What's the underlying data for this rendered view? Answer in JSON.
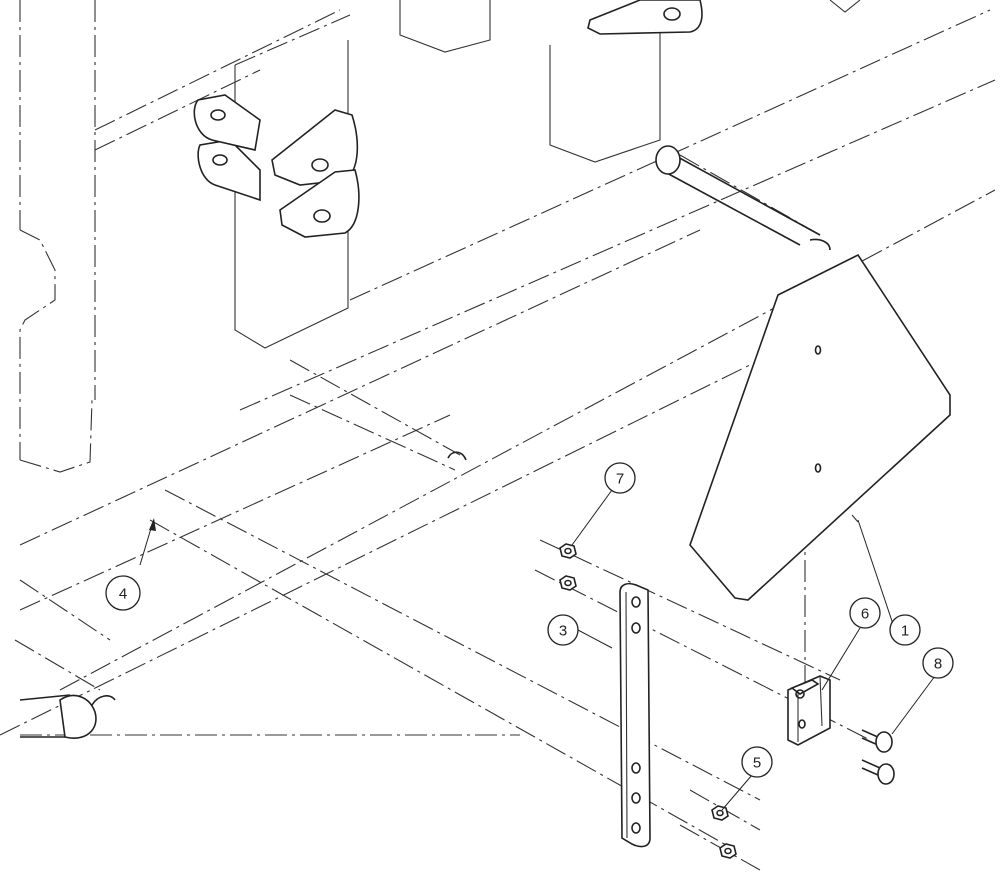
{
  "callouts": {
    "c1": "1",
    "c3": "3",
    "c4": "4",
    "c5": "5",
    "c6": "6",
    "c7": "7",
    "c8": "8"
  },
  "colors": {
    "line": "#222222",
    "background": "#ffffff"
  }
}
